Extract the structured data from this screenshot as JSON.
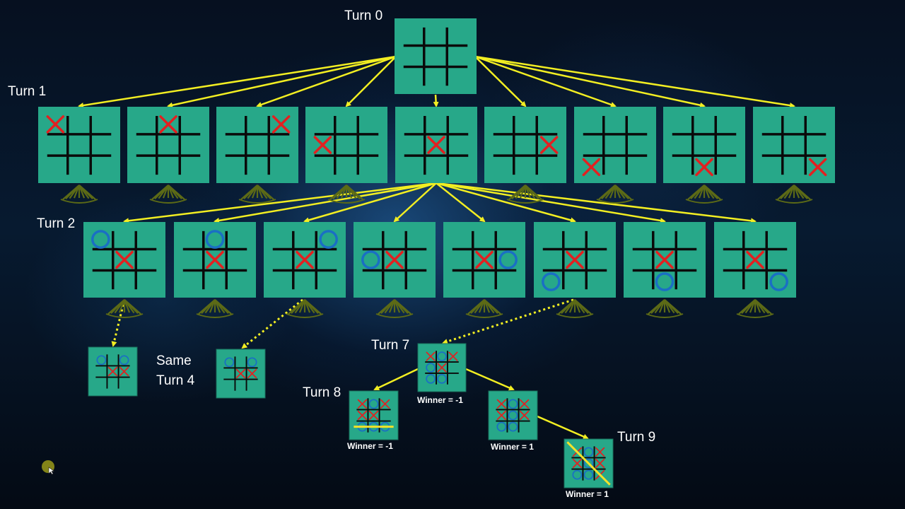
{
  "labels": {
    "turn0": "Turn 0",
    "turn1": "Turn 1",
    "turn2": "Turn 2",
    "turn7": "Turn 7",
    "turn8": "Turn 8",
    "turn9": "Turn 9",
    "same_line1": "Same",
    "same_line2": "Turn 4"
  },
  "colors": {
    "board_fill": "#27a889",
    "grid_line": "#0a0a0a",
    "x_mark": "#e32020",
    "o_mark": "#1a6fc4",
    "arrow": "#f2ee22",
    "fan": "#5c6a16",
    "win_line": "#f2e22a",
    "label_text": "#ffffff"
  },
  "boards": {
    "root": "---------",
    "turn1": [
      "X--------",
      "-X-------",
      "--X------",
      "---X-----",
      "----X----",
      "-----X---",
      "------X--",
      "-------X-",
      "--------X"
    ],
    "turn2": [
      "O---X----",
      "-O--X----",
      "--O-X----",
      "---OX----",
      "----XO---",
      "----X-O--",
      "----X--O-",
      "----X---O"
    ],
    "turn4a": "O-O-XX---",
    "turn4b": "O-O-XX---",
    "turn7": "XOXOX-OO-",
    "turn8a": "XOXXX-OOO",
    "turn8b": "XOXXOXOO-",
    "turn9": "XOXXOXOOX"
  },
  "winners": {
    "turn7": "Winner = -1",
    "turn8a": "Winner = -1",
    "turn8b": "Winner = 1",
    "turn9": "Winner = 1"
  }
}
